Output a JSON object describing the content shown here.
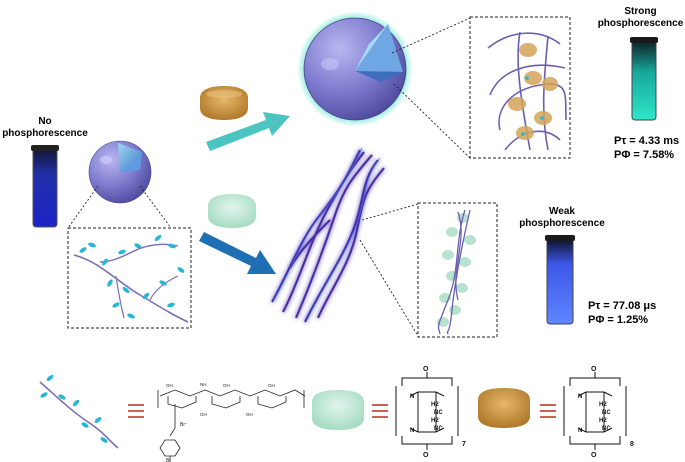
{
  "labels": {
    "no_phos_line1": "No",
    "no_phos_line2": "phosphorescence",
    "strong_line1": "Strong",
    "strong_line2": "phosphorescence",
    "weak_line1": "Weak",
    "weak_line2": "phosphorescence"
  },
  "strong_values": {
    "lifetime": "Pτ = 4.33 ms",
    "quantum_yield": "PΦ = 7.58%"
  },
  "weak_values": {
    "lifetime": "Pτ = 77.08 μs",
    "quantum_yield": "PΦ = 1.25%"
  },
  "legend": {
    "equiv_symbol": "≡",
    "cb7_subscript": "7",
    "cb8_subscript": "8",
    "oxo_label": "O",
    "nitrogen_label": "N",
    "h2_label": "H2",
    "nc_label": "NC",
    "bromide_label": "Br⁻",
    "bromo_label": "Br"
  },
  "colors": {
    "polymer": "#7b6fb3",
    "pendant": "#25b7d3",
    "cb7": "#b7e3cf",
    "cb8": "#c9933f",
    "glow_strong": "#53e0c9",
    "glow_weak": "#3a6ff0",
    "arrow_top": "#4cc4c2",
    "arrow_bottom": "#1f6fb4",
    "equiv": "#c0392b"
  }
}
